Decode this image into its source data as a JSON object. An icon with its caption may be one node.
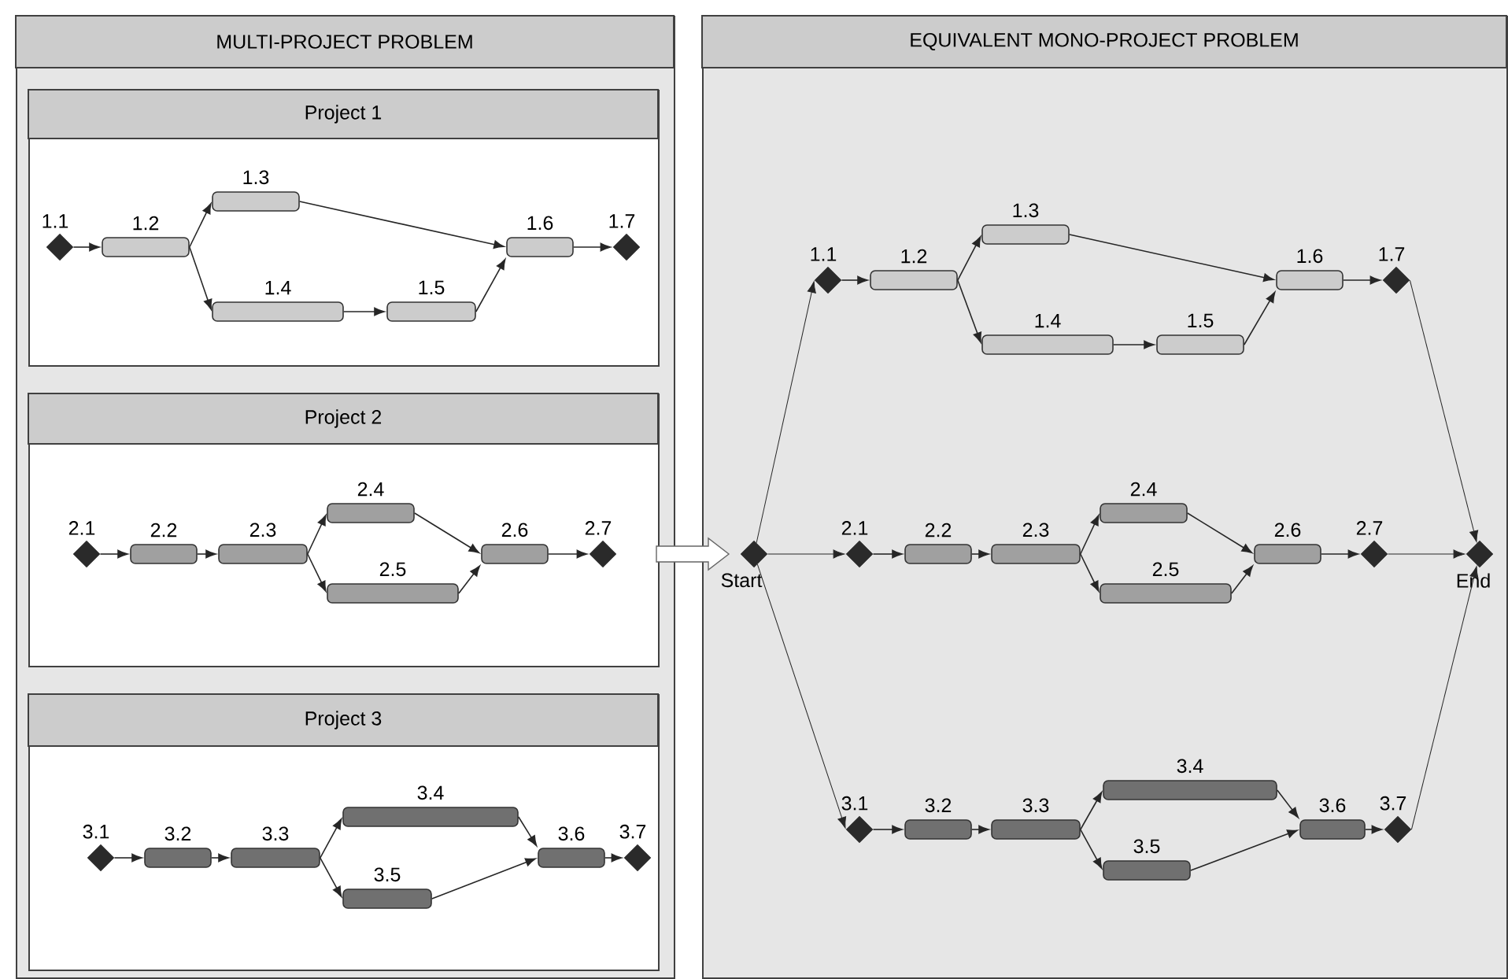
{
  "diagram": {
    "nodes": [
      {
        "text": [
          "MULTI-PROJECT PROBLEM"
        ]
      },
      {
        "text": [
          "Project 1"
        ],
        "in": 0
      },
      {
        "text": [
          "1.1"
        ],
        "in": 1
      },
      {
        "text": [
          "1.2"
        ],
        "in": 1
      },
      {
        "text": [
          "1.3"
        ],
        "in": 1
      },
      {
        "text": [
          "1.4"
        ],
        "in": 1
      },
      {
        "text": [
          "1.5"
        ],
        "in": 1
      },
      {
        "text": [
          "1.6"
        ],
        "in": 1
      },
      {
        "text": [
          "1.7"
        ],
        "in": 1
      },
      {
        "text": [
          "Project 2"
        ],
        "in": 0
      },
      {
        "text": [
          "2.1"
        ],
        "in": 9
      },
      {
        "text": [
          "2.2"
        ],
        "in": 9
      },
      {
        "text": [
          "2.3"
        ],
        "in": 9
      },
      {
        "text": [
          "2.4"
        ],
        "in": 9
      },
      {
        "text": [
          "2.5"
        ],
        "in": 9
      },
      {
        "text": [
          "2.6"
        ],
        "in": 9
      },
      {
        "text": [
          "2.7"
        ],
        "in": 9
      },
      {
        "text": [
          "Project 3"
        ],
        "in": 0
      },
      {
        "text": [
          "3.1"
        ],
        "in": 17
      },
      {
        "text": [
          "3.2"
        ],
        "in": 17
      },
      {
        "text": [
          "3.3"
        ],
        "in": 17
      },
      {
        "text": [
          "3.4"
        ],
        "in": 17
      },
      {
        "text": [
          "3.5"
        ],
        "in": 17
      },
      {
        "text": [
          "3.6"
        ],
        "in": 17
      },
      {
        "text": [
          "3.7"
        ],
        "in": 17
      },
      {
        "text": [
          "EQUIVALENT MONO-PROJECT PROBLEM"
        ]
      },
      {
        "text": [
          "Start"
        ],
        "in": 25
      },
      {
        "text": [
          "1.1"
        ],
        "in": 25
      },
      {
        "text": [
          "1.2"
        ],
        "in": 25
      },
      {
        "text": [
          "1.3"
        ],
        "in": 25
      },
      {
        "text": [
          "1.4"
        ],
        "in": 25
      },
      {
        "text": [
          "1.5"
        ],
        "in": 25
      },
      {
        "text": [
          "1.6"
        ],
        "in": 25
      },
      {
        "text": [
          "1.7"
        ],
        "in": 25
      },
      {
        "text": [
          "2.1"
        ],
        "in": 25
      },
      {
        "text": [
          "2.2"
        ],
        "in": 25
      },
      {
        "text": [
          "2.3"
        ],
        "in": 25
      },
      {
        "text": [
          "2.4"
        ],
        "in": 25
      },
      {
        "text": [
          "2.5"
        ],
        "in": 25
      },
      {
        "text": [
          "2.6"
        ],
        "in": 25
      },
      {
        "text": [
          "2.7"
        ],
        "in": 25
      },
      {
        "text": [
          "3.1"
        ],
        "in": 25
      },
      {
        "text": [
          "3.2"
        ],
        "in": 25
      },
      {
        "text": [
          "3.3"
        ],
        "in": 25
      },
      {
        "text": [
          "3.4"
        ],
        "in": 25
      },
      {
        "text": [
          "3.5"
        ],
        "in": 25
      },
      {
        "text": [
          "3.6"
        ],
        "in": 25
      },
      {
        "text": [
          "3.7"
        ],
        "in": 25
      },
      {
        "text": [
          "End"
        ],
        "in": 25
      }
    ],
    "edges": [
      {
        "from": 2,
        "to": 3,
        "arrow": "to"
      },
      {
        "from": 3,
        "to": 4,
        "arrow": "to"
      },
      {
        "from": 3,
        "to": 5,
        "arrow": "to"
      },
      {
        "from": 4,
        "to": 7,
        "arrow": "to"
      },
      {
        "from": 5,
        "to": 6,
        "arrow": "to"
      },
      {
        "from": 6,
        "to": 7,
        "arrow": "to"
      },
      {
        "from": 7,
        "to": 8,
        "arrow": "to"
      },
      {
        "from": 10,
        "to": 11,
        "arrow": "to"
      },
      {
        "from": 11,
        "to": 12,
        "arrow": "to"
      },
      {
        "from": 12,
        "to": 13,
        "arrow": "to"
      },
      {
        "from": 12,
        "to": 14,
        "arrow": "to"
      },
      {
        "from": 13,
        "to": 15,
        "arrow": "to"
      },
      {
        "from": 14,
        "to": 15,
        "arrow": "to"
      },
      {
        "from": 15,
        "to": 16,
        "arrow": "to"
      },
      {
        "from": 18,
        "to": 19,
        "arrow": "to"
      },
      {
        "from": 19,
        "to": 20,
        "arrow": "to"
      },
      {
        "from": 20,
        "to": 21,
        "arrow": "to"
      },
      {
        "from": 20,
        "to": 22,
        "arrow": "to"
      },
      {
        "from": 21,
        "to": 23,
        "arrow": "to"
      },
      {
        "from": 22,
        "to": 23,
        "arrow": "to"
      },
      {
        "from": 23,
        "to": 24,
        "arrow": "to"
      },
      {
        "from": 27,
        "to": 28,
        "arrow": "to"
      },
      {
        "from": 28,
        "to": 29,
        "arrow": "to"
      },
      {
        "from": 28,
        "to": 30,
        "arrow": "to"
      },
      {
        "from": 29,
        "to": 32,
        "arrow": "to"
      },
      {
        "from": 30,
        "to": 31,
        "arrow": "to"
      },
      {
        "from": 31,
        "to": 32,
        "arrow": "to"
      },
      {
        "from": 32,
        "to": 33,
        "arrow": "to"
      },
      {
        "from": 34,
        "to": 35,
        "arrow": "to"
      },
      {
        "from": 35,
        "to": 36,
        "arrow": "to"
      },
      {
        "from": 36,
        "to": 37,
        "arrow": "to"
      },
      {
        "from": 36,
        "to": 38,
        "arrow": "to"
      },
      {
        "from": 37,
        "to": 39,
        "arrow": "to"
      },
      {
        "from": 38,
        "to": 39,
        "arrow": "to"
      },
      {
        "from": 39,
        "to": 40,
        "arrow": "to"
      },
      {
        "from": 41,
        "to": 42,
        "arrow": "to"
      },
      {
        "from": 42,
        "to": 43,
        "arrow": "to"
      },
      {
        "from": 43,
        "to": 44,
        "arrow": "to"
      },
      {
        "from": 43,
        "to": 45,
        "arrow": "to"
      },
      {
        "from": 44,
        "to": 46,
        "arrow": "to"
      },
      {
        "from": 45,
        "to": 46,
        "arrow": "to"
      },
      {
        "from": 46,
        "to": 47,
        "arrow": "to"
      },
      {
        "from": 26,
        "to": 27,
        "arrow": "to"
      },
      {
        "from": 26,
        "to": 34,
        "arrow": "to"
      },
      {
        "from": 26,
        "to": 41,
        "arrow": "to"
      },
      {
        "from": 33,
        "to": 48,
        "arrow": "to"
      },
      {
        "from": 40,
        "to": 48,
        "arrow": "to"
      },
      {
        "from": 47,
        "to": 48,
        "arrow": "to"
      },
      {
        "from": 0,
        "to": 25,
        "arrow": "to"
      }
    ]
  }
}
